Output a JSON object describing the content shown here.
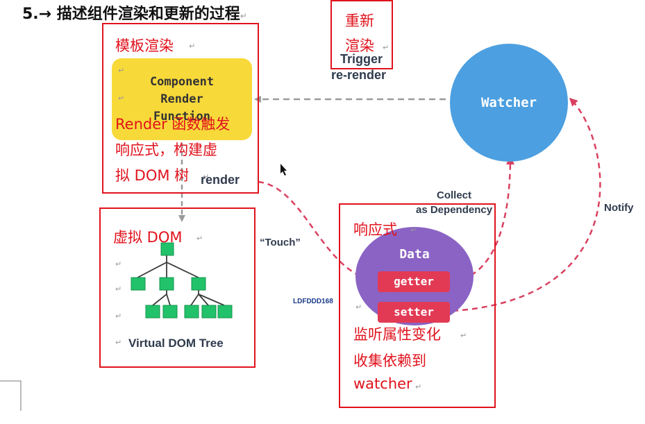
{
  "title": "5.→ 描述组件渲染和更新的过程",
  "return_mark": "↵",
  "rerender_box": {
    "line1": "重新",
    "line2": "渲染"
  },
  "trigger": {
    "line1": "Trigger",
    "line2": "re-render"
  },
  "template_box": {
    "heading": "模板渲染",
    "component": {
      "line1": "Component",
      "line2": "Render",
      "line3": "Function"
    },
    "note_lines": [
      "Render 函数触发",
      "响应式，构建虚",
      "拟 DOM 树"
    ],
    "render_label": "render"
  },
  "watcher": {
    "label": "Watcher"
  },
  "collect": {
    "line1": "Collect",
    "line2": "as Dependency"
  },
  "notify": "Notify",
  "touch": "“Touch”",
  "watermark": "LDFDDD168",
  "vdom_box": {
    "heading": "虚拟 DOM",
    "caption": "Virtual DOM Tree"
  },
  "reactive_box": {
    "heading": "响应式",
    "data_label": "Data",
    "getter": "getter",
    "setter": "setter",
    "note_lines": [
      "监听属性变化",
      "收集依赖到",
      "watcher"
    ]
  },
  "colors": {
    "red": "#e0121c",
    "yellow": "#f8d93a",
    "blue": "#4c9fe0",
    "purple": "#8a63c4",
    "pink": "#e23a55",
    "green": "#22c26a",
    "arrow": "#d94060",
    "gray": "#999999"
  }
}
